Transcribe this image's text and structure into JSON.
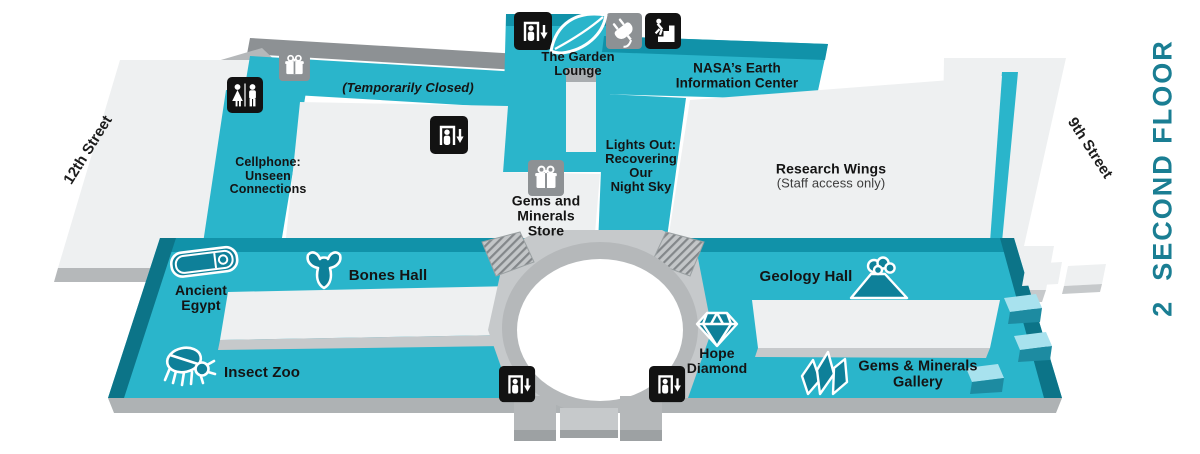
{
  "floor_indicator": {
    "label": "2  SECOND FLOOR"
  },
  "streets": {
    "west": "12th Street",
    "east": "9th Street"
  },
  "exhibits": {
    "garden_lounge": "The Garden\nLounge",
    "nasa": "NASA’s Earth\nInformation Center",
    "temporarily_closed": "(Temporarily Closed)",
    "cellphone": "Cellphone:\nUnseen\nConnections",
    "lights_out": "Lights Out:\nRecovering\nOur\nNight Sky",
    "gems_store": "Gems and\nMinerals\nStore",
    "research_wings": "Research Wings",
    "research_wings_sub": "(Staff access only)",
    "ancient_egypt": "Ancient\nEgypt",
    "bones_hall": "Bones Hall",
    "insect_zoo": "Insect Zoo",
    "geology_hall": "Geology Hall",
    "hope_diamond": "Hope\nDiamond",
    "gems_gallery": "Gems & Minerals\nGallery"
  },
  "icons": {
    "elevator-down-icon": "elevator / escalator down",
    "restroom-icon": "restrooms",
    "stairs-icon": "stairs",
    "charging-station-icon": "device charging station",
    "store-icon": "museum store",
    "leaf-icon": "The Garden Lounge",
    "sarcophagus-icon": "Ancient Egypt",
    "bison-skull-icon": "Bones Hall",
    "beetle-icon": "Insect Zoo",
    "volcano-icon": "Geology Hall",
    "diamond-icon": "Hope Diamond",
    "crystals-icon": "Gems & Minerals Gallery"
  },
  "colors": {
    "map_teal": "#2ab5cb",
    "dark_teal": "#0d7e95",
    "floor_label_teal": "#1a7e93",
    "icon_box_black": "#121212",
    "icon_box_gray": "#8d9194"
  }
}
